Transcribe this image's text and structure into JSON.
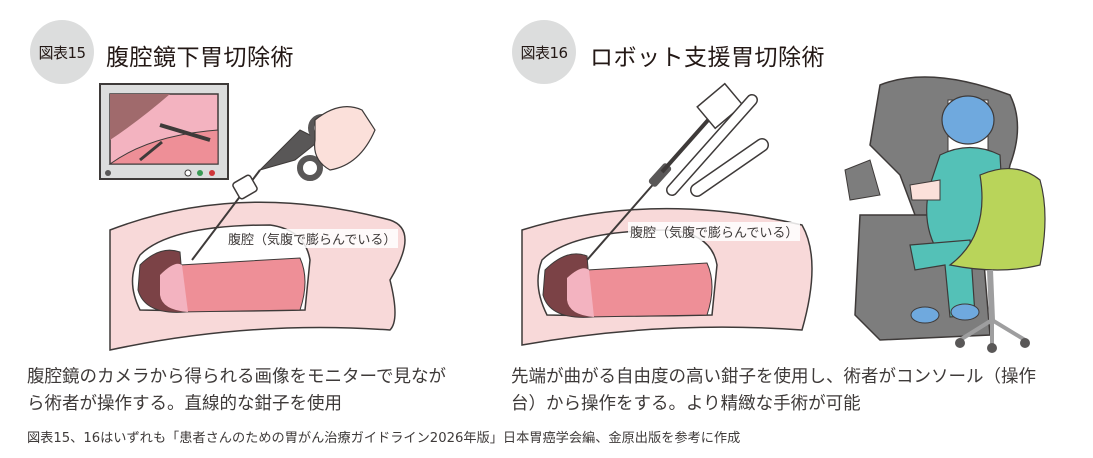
{
  "figure15": {
    "badge": "図表15",
    "title": "腹腔鏡下胃切除術",
    "label_cavity": "腹腔（気腹で膨らんでいる）",
    "caption_line1": "腹腔鏡のカメラから得られる画像をモニターで見なが",
    "caption_line2": "ら術者が操作する。直線的な鉗子を使用"
  },
  "figure16": {
    "badge": "図表16",
    "title": "ロボット支援胃切除術",
    "label_cavity": "腹腔（気腹で膨らんでいる）",
    "caption_line1": "先端が曲がる自由度の高い鉗子を使用し、術者がコンソール（操作",
    "caption_line2": "台）から操作をする。より精緻な手術が可能"
  },
  "source_note": "図表15、16はいずれも「患者さんのための胃がん治療ガイドライン2026年版」日本胃癌学会編、金原出版を参考に作成",
  "colors": {
    "badge_bg": "#dcdddd",
    "skin": "#f8d9d9",
    "stomach": "#ee8f97",
    "stomach_light": "#f3b3c0",
    "liver": "#7b4246",
    "console_gray": "#7d7d7d",
    "scrubs": "#54c1b7",
    "cap": "#6fa9de",
    "chair": "#b9d45a"
  }
}
